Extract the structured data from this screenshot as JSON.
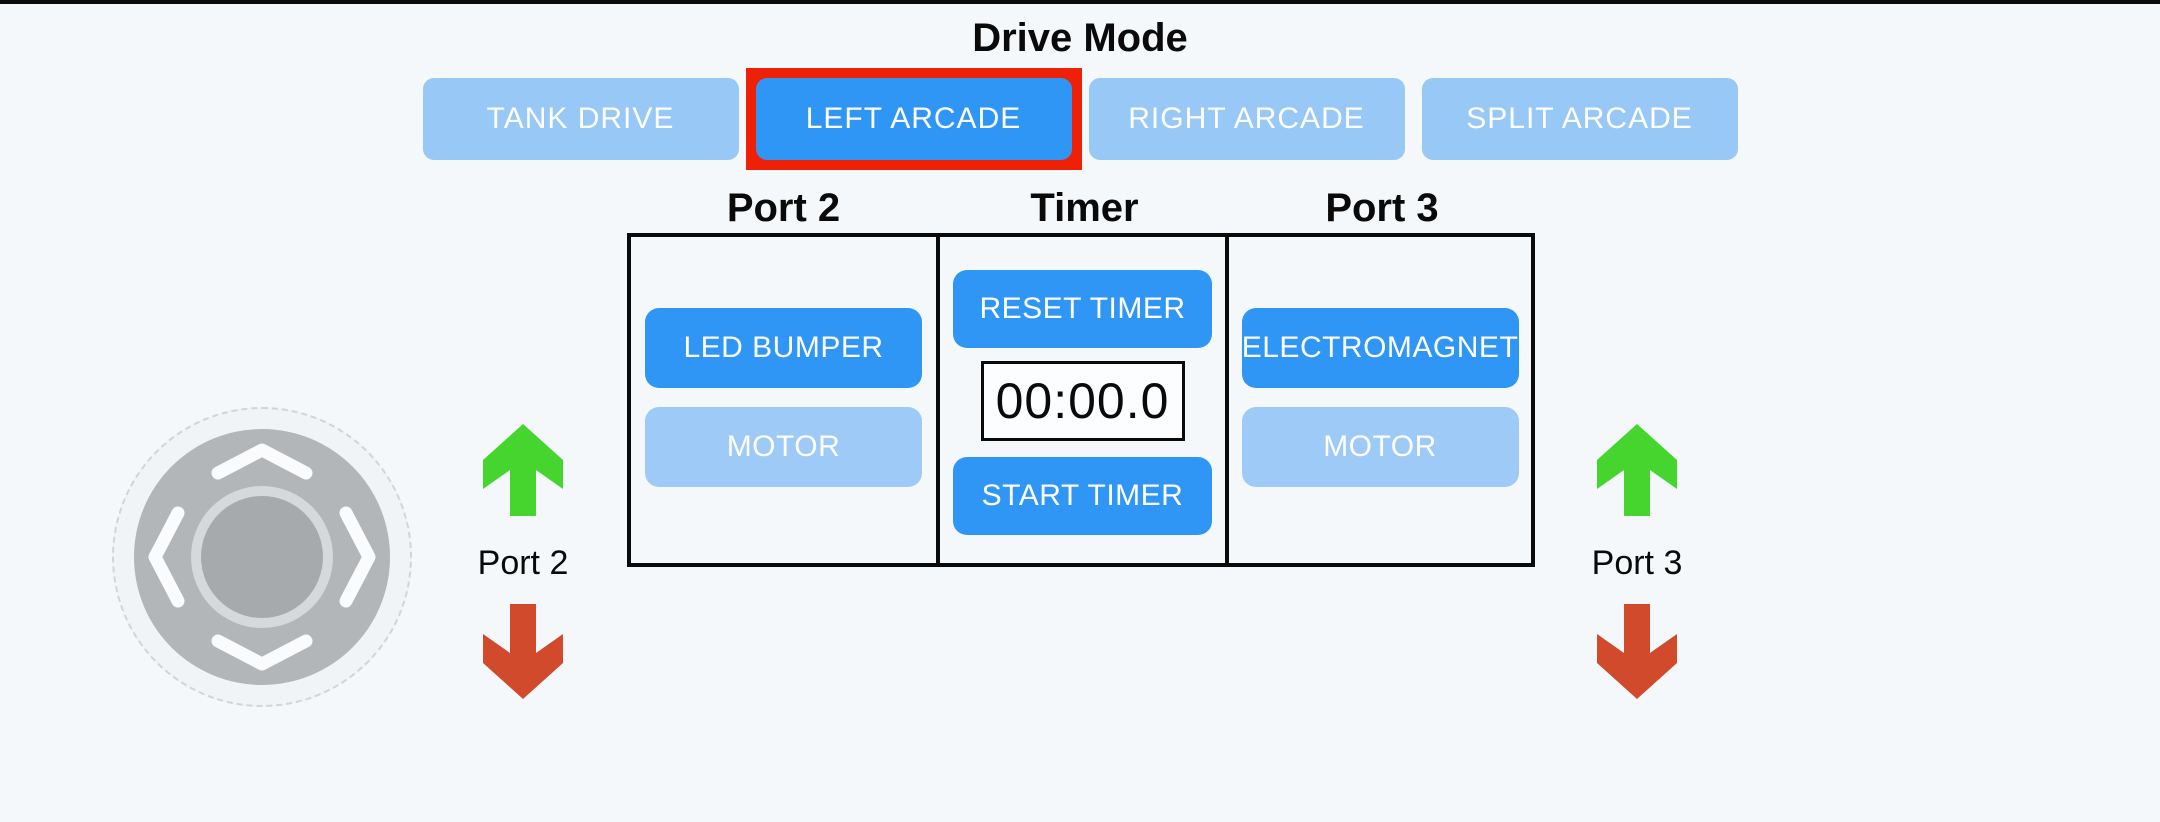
{
  "drive_mode": {
    "title": "Drive Mode",
    "buttons": [
      {
        "label": "TANK DRIVE",
        "selected": false
      },
      {
        "label": "LEFT ARCADE",
        "selected": true
      },
      {
        "label": "RIGHT ARCADE",
        "selected": false
      },
      {
        "label": "SPLIT ARCADE",
        "selected": false
      }
    ]
  },
  "panel": {
    "headers": [
      "Port 2",
      "Timer",
      "Port 3"
    ],
    "port2": {
      "device_label": "LED BUMPER",
      "motor_label": "MOTOR"
    },
    "timer": {
      "reset_label": "RESET TIMER",
      "display_value": "00:00.0",
      "start_label": "START TIMER"
    },
    "port3": {
      "device_label": "ELECTROMAGNET",
      "motor_label": "MOTOR"
    }
  },
  "left_control": {
    "label": "Port 2",
    "up_arrow_icon": "green-up-arrow",
    "down_arrow_icon": "red-down-arrow"
  },
  "right_control": {
    "label": "Port 3",
    "up_arrow_icon": "green-up-arrow",
    "down_arrow_icon": "red-down-arrow"
  },
  "joystick": {
    "icon": "joystick-dpad"
  },
  "colors": {
    "background": "#f4f8fa",
    "accent_blue": "#2f96f5",
    "light_blue": "#98c8f6",
    "selected_border_red": "#ee2008",
    "arrow_green": "#46d52f",
    "arrow_red": "#d04a2b",
    "panel_border": "#0a0a0a",
    "timer_box_bg": "#fcfdfe",
    "top_bar": "#0d0d0d"
  }
}
